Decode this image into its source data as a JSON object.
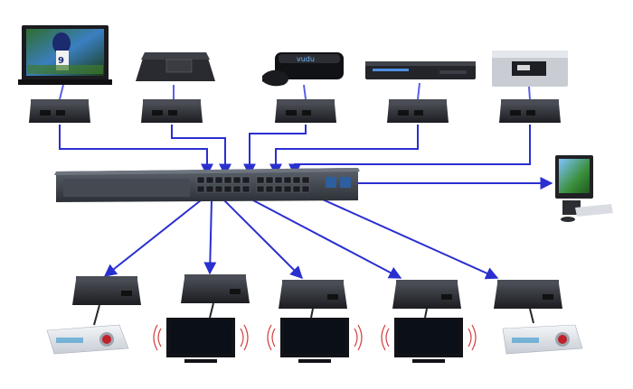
{
  "colors": {
    "link": "#2a2fd0",
    "connector": "#5b5fe6",
    "extender_body": "#24262b",
    "extender_top": "#3a3d44",
    "switch_body": "#3c4048",
    "switch_face": "#4d535c",
    "port": "#1b1d22",
    "screen": "#0b0f18",
    "signal": "#d23a3a",
    "projector_body": "#dfe3ea"
  },
  "topology": {
    "center": "network-switch",
    "sources": [
      "hd-tv",
      "satellite-receiver",
      "vudu-media-player",
      "blu-ray-player",
      "media-server"
    ],
    "displays": [
      "projector",
      "flat-tv",
      "flat-tv",
      "flat-tv",
      "projector"
    ],
    "management": "desktop-computer"
  },
  "labels": {
    "vudu_logo": "vudu"
  }
}
